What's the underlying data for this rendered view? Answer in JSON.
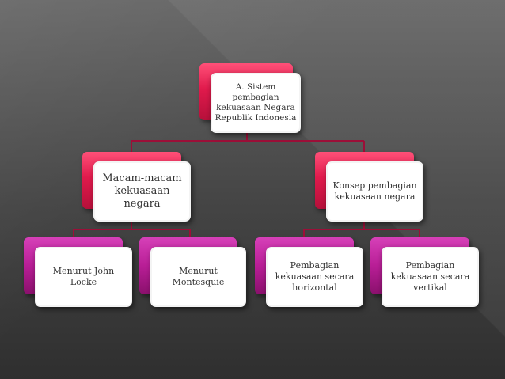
{
  "diagram": {
    "root": "A. Sistem pembagian kekuasaan Negara Republik Indonesia",
    "left": {
      "label": "Macam-macam kekuasaan negara",
      "children": [
        "Menurut John Locke",
        "Menurut Montesquie"
      ]
    },
    "right": {
      "label": "Konsep pembagian kekuasaan negara",
      "children": [
        "Pembagian kekuasaan secara horizontal",
        "Pembagian kekuasaan secara vertikal"
      ]
    }
  },
  "colors": {
    "level1": "#e01a4c",
    "level2": "#b81e96",
    "connector": "#b0103f"
  }
}
